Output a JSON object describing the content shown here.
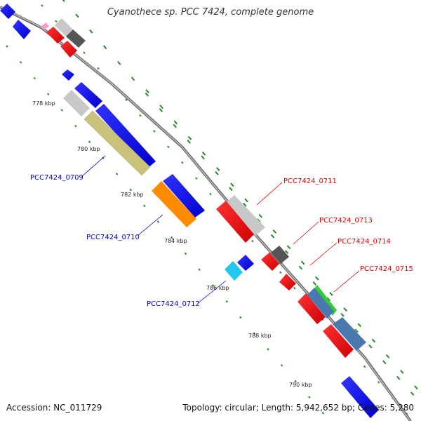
{
  "title": "Cyanothece sp. PCC 7424, complete genome",
  "footer": {
    "accession": "Accession: NC_011729",
    "topology": "Topology: circular; Length: 5,942,652 bp; Genes: 5,280"
  },
  "colors": {
    "backbone": "#8a8a8a",
    "tick_dots": "#2a8a2a",
    "blue_genes": "#0000ee",
    "red_genes": "#ee0000",
    "label_blue": "#0000cc",
    "label_red": "#dd0000"
  },
  "scale_labels": [
    "778 kbp",
    "780 kbp",
    "782 kbp",
    "784 kbp",
    "786 kbp",
    "788 kbp",
    "790 kbp"
  ],
  "gene_labels": [
    {
      "text": "PCC7424_0709",
      "color": "blue"
    },
    {
      "text": "PCC7424_0710",
      "color": "blue"
    },
    {
      "text": "PCC7424_0711",
      "color": "red"
    },
    {
      "text": "PCC7424_0712",
      "color": "blue"
    },
    {
      "text": "PCC7424_0713",
      "color": "red"
    },
    {
      "text": "PCC7424_0714",
      "color": "red"
    },
    {
      "text": "PCC7424_0715",
      "color": "red"
    }
  ]
}
